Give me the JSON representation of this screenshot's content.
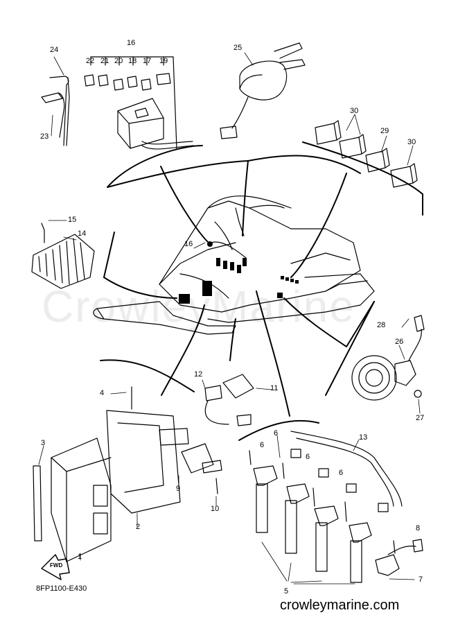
{
  "watermark": "CrowleyMarine",
  "site": "crowleymarine.com",
  "diagram_code": "8FP1100-E430",
  "fwd_label": "FWD",
  "callouts": {
    "c1": "1",
    "c2": "2",
    "c3": "3",
    "c4": "4",
    "c5": "5",
    "c6a": "6",
    "c6b": "6",
    "c6c": "6",
    "c6d": "6",
    "c7": "7",
    "c8": "8",
    "c9": "9",
    "c10": "10",
    "c11": "11",
    "c12": "12",
    "c13": "13",
    "c14": "14",
    "c15": "15",
    "c16a": "16",
    "c16b": "16",
    "c17": "17",
    "c18": "18",
    "c19": "19",
    "c20": "20",
    "c21": "21",
    "c22": "22",
    "c23": "23",
    "c24": "24",
    "c25": "25",
    "c26": "26",
    "c27": "27",
    "c28": "28",
    "c29": "29",
    "c30a": "30",
    "c30b": "30"
  }
}
